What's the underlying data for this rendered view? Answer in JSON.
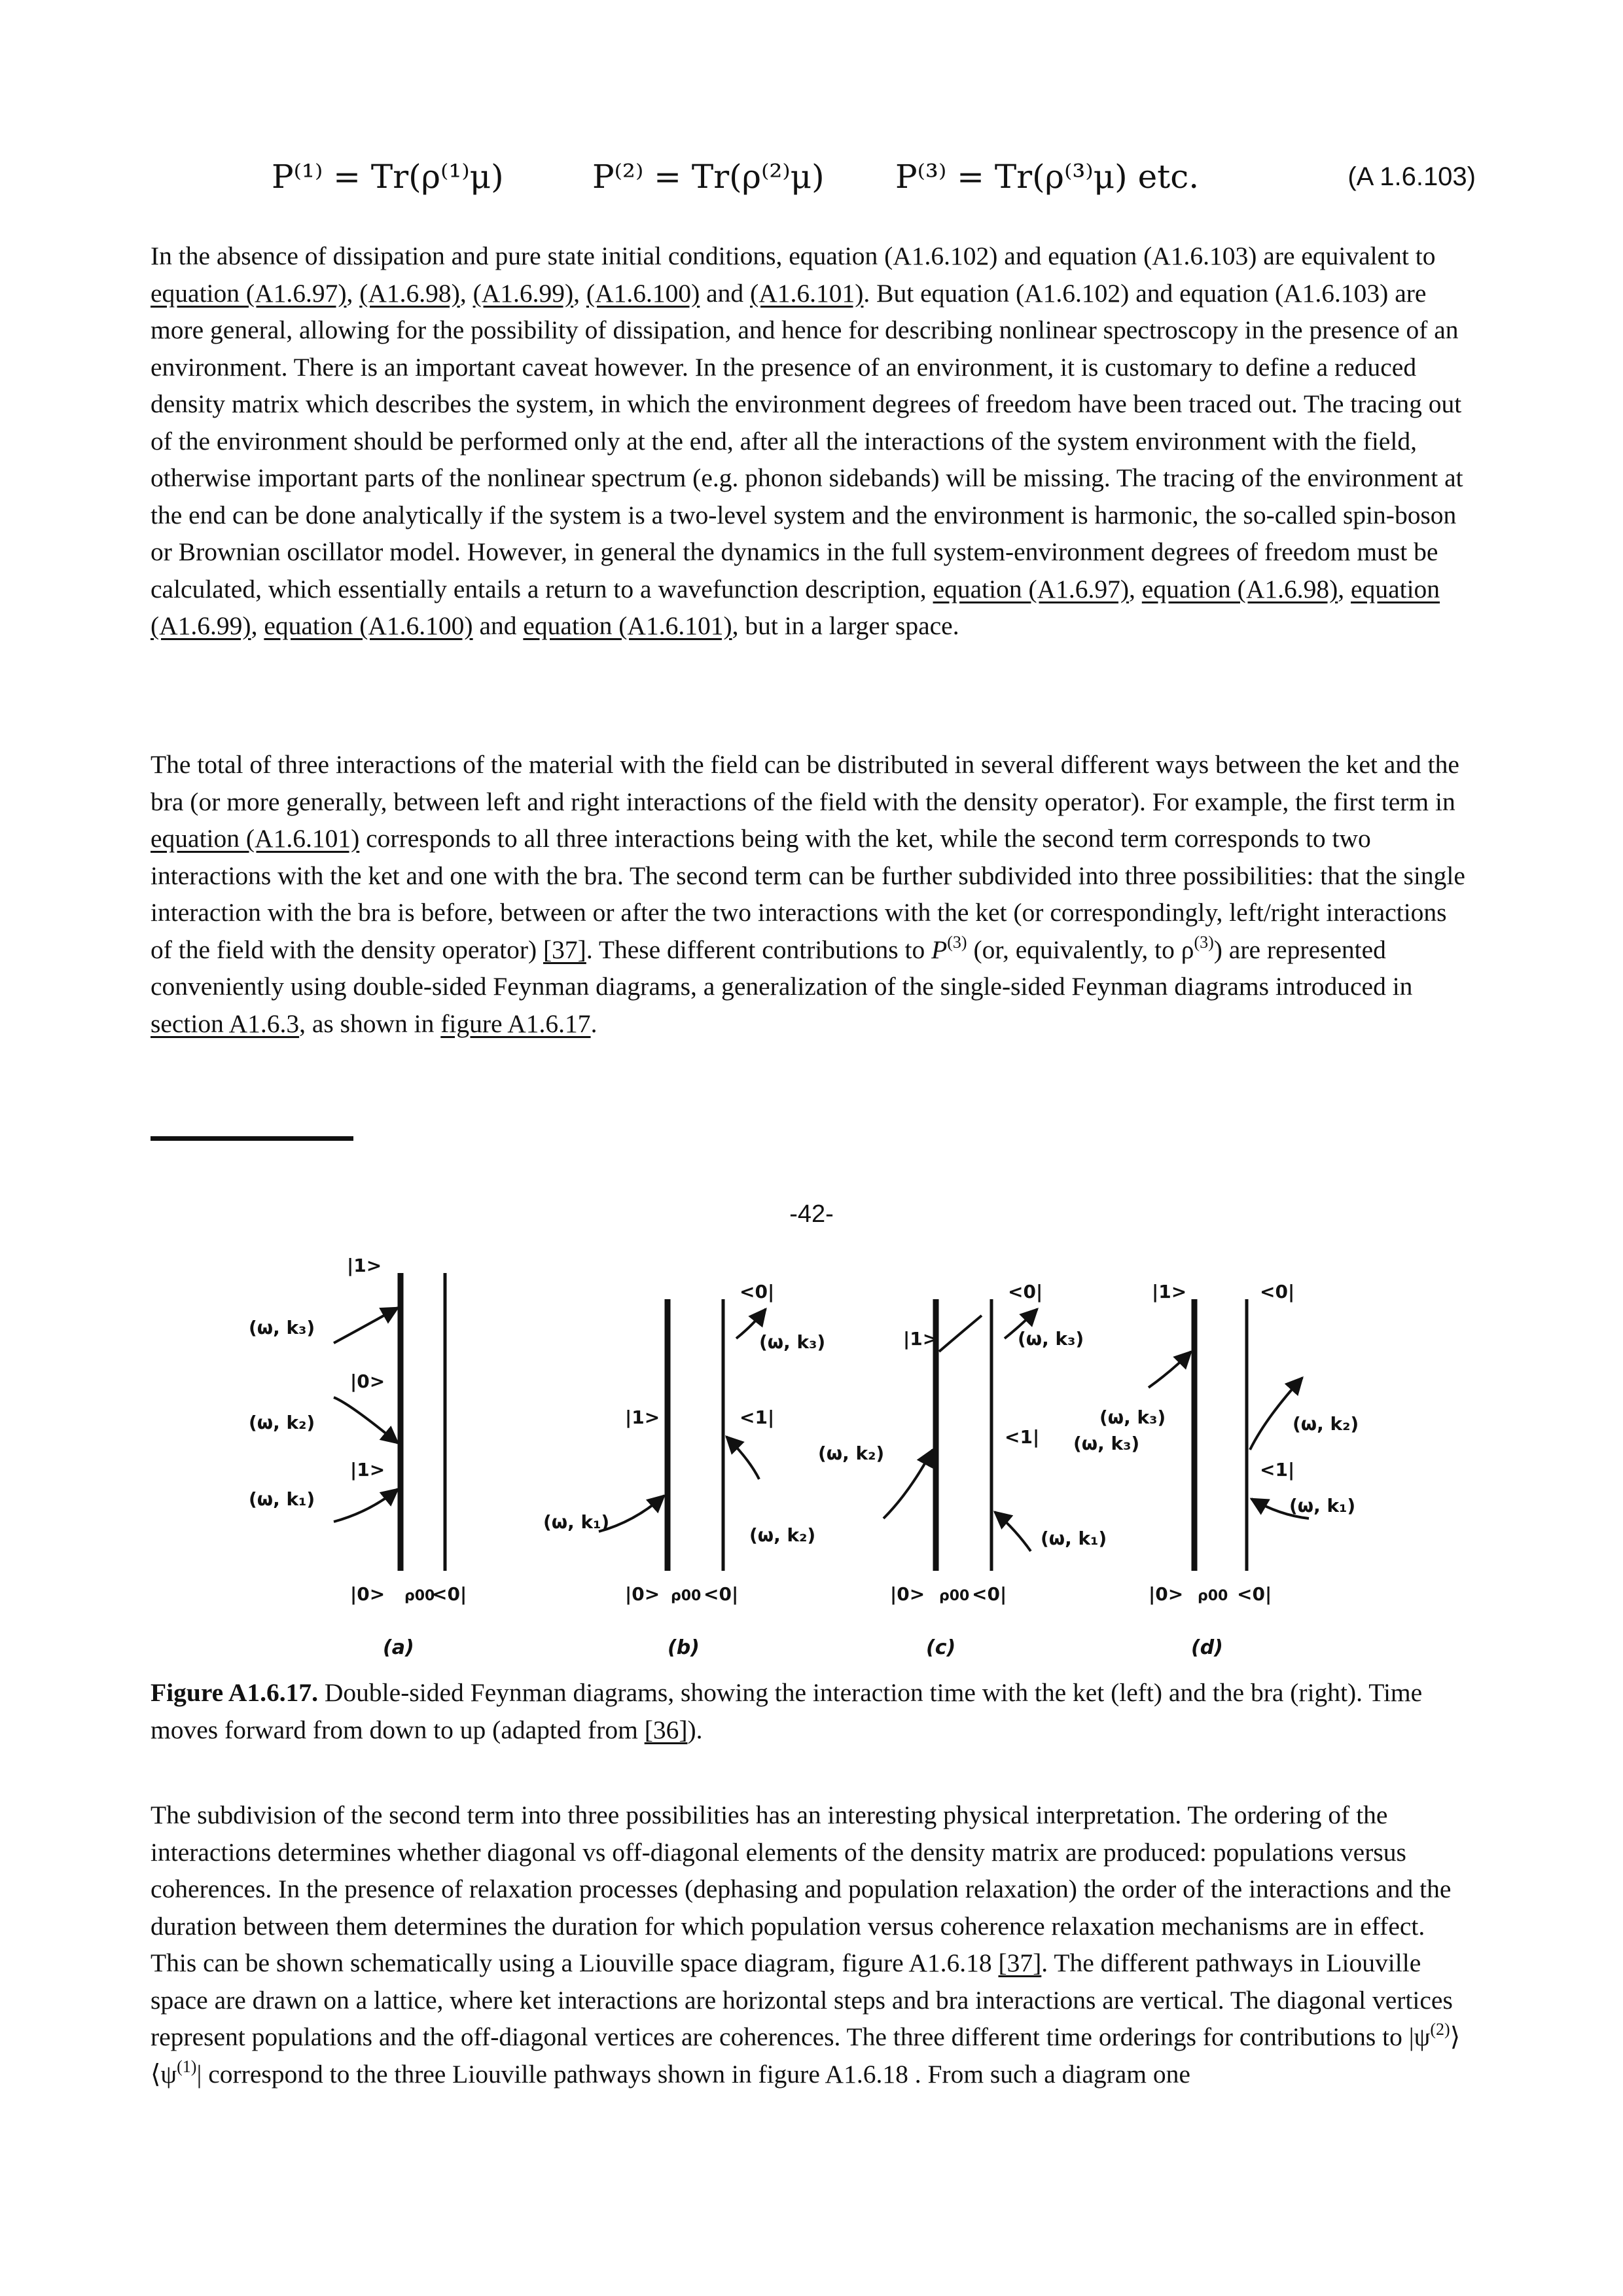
{
  "equation": {
    "p1": "P⁽¹⁾ = Tr(ρ⁽¹⁾μ)",
    "p2": "P⁽²⁾ = Tr(ρ⁽²⁾μ)",
    "p3": "P⁽³⁾ = Tr(ρ⁽³⁾μ) etc.",
    "number": "(A 1.6.103)"
  },
  "para1": {
    "t1": "In the absence of dissipation and pure state initial conditions, equation (A1.6.102) and equation (A1.6.103) are equivalent to ",
    "l1": "equation (A1.6.97)",
    "t2": ", ",
    "l2": "(A1.6.98)",
    "t3": ", ",
    "l3": "(A1.6.99)",
    "t4": ", ",
    "l4": "(A1.6.100)",
    "t5": " and ",
    "l5": "(A1.6.101)",
    "t6": ". But equation (A1.6.102) and equation (A1.6.103) are more general, allowing for the possibility of dissipation, and hence for describing nonlinear spectroscopy in the presence of an environment. There is an important caveat however. In the presence of an environment, it is customary to define a reduced density matrix which describes the system, in which the environment degrees of freedom have been traced out. The tracing out of the environment should be performed only at the end, after all the interactions of the system environment with the field, otherwise important parts of the nonlinear spectrum (e.g. phonon sidebands) will be missing. The tracing of the environment at the end can be done analytically if the system is a two-level system and the environment is harmonic, the so-called spin-boson or Brownian oscillator model. However, in general the dynamics in the full system-environment degrees of freedom must be calculated, which essentially entails a return to a wavefunction description, ",
    "l6": "equation (A1.6.97)",
    "t7": ", ",
    "l7": "equation (A1.6.98)",
    "t8": ", ",
    "l8": "equation (A1.6.99)",
    "t9": ", ",
    "l9": "equation (A1.6.100)",
    "t10": " and ",
    "l10": "equation (A1.6.101)",
    "t11": ", but in a larger space."
  },
  "para2": {
    "t1": "The total of three interactions of the material with the field can be distributed in several different ways between the ket and the bra (or more generally, between left and right interactions of the field with the density operator). For example, the first term in ",
    "l1": "equation (A1.6.101)",
    "t2": " corresponds to all three interactions being with the ket, while the second term corresponds to two interactions with the ket and one with the bra. The second term can be further subdivided into three possibilities: that the single interaction with the bra is before, between or after the two interactions with the ket (or correspondingly, left/right interactions of the field with the density operator) ",
    "l2": "[37]",
    "t3": ". These different contributions to ",
    "P": "P",
    "P_sup": "(3)",
    "t4": " (or, equivalently, to ρ",
    "rho_sup": "(3)",
    "t5": ") are represented conveniently using double-sided Feynman diagrams, a generalization of the single-sided Feynman diagrams introduced in ",
    "l3": "section A1.6.3",
    "t6": ", as shown in ",
    "l4": "figure A1.6.17",
    "t7": "."
  },
  "page_number": "-42-",
  "figure": {
    "panel_labels": [
      "(a)",
      "(b)",
      "(c)",
      "(d)"
    ],
    "ket_1": "|1>",
    "ket_0": "|0>",
    "bra_0": "<0|",
    "bra_1": "<1|",
    "rho": "ρ00",
    "field_k1": "(ω, k₁)",
    "field_k2": "(ω, k₂)",
    "field_k3": "(ω, k₃)"
  },
  "caption": {
    "label": "Figure A1.6.17.",
    "text1": " Double-sided Feynman diagrams, showing the interaction time with the ket (left) and the bra (right). Time moves forward from down to up (adapted from ",
    "link": "[36]",
    "text2": ")."
  },
  "para3": {
    "t1": "The subdivision of the second term into three possibilities has an interesting physical interpretation. The ordering of the interactions determines whether diagonal vs off-diagonal elements of the density matrix are produced: populations versus coherences. In the presence of relaxation processes (dephasing and population relaxation) the order of the interactions and the duration between them determines the duration for which population versus coherence relaxation mechanisms are in effect. This can be shown schematically using a Liouville space diagram, figure A1.6.18 ",
    "l1": "[37]",
    "t2": ". The different pathways in Liouville space are drawn on a lattice, where ket interactions are horizontal steps and bra interactions are vertical. The diagonal vertices represent populations and the off-diagonal vertices are coherences. The three different time orderings for contributions to |ψ",
    "sup1": "(2)",
    "t3": "⟩ ⟨ψ",
    "sup2": "(1)",
    "t4": "| correspond to the three Liouville pathways shown in figure A1.6.18 . From such a diagram one"
  }
}
